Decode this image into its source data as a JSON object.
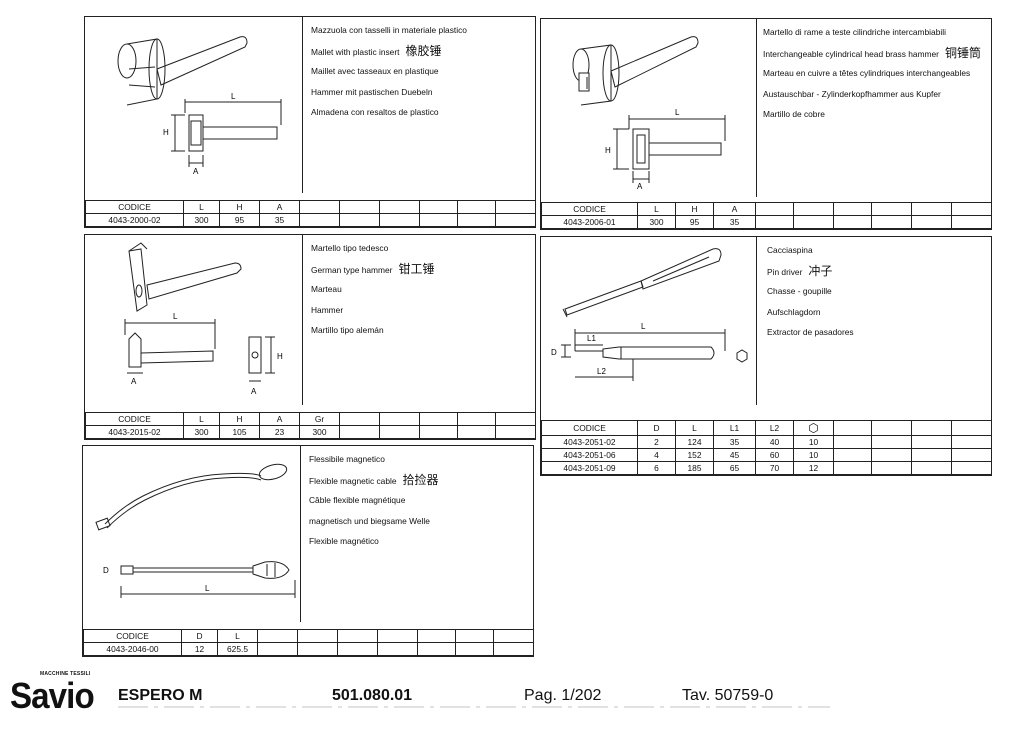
{
  "panels": [
    {
      "descriptions": [
        {
          "text": "Mazzuola con tasselli in materiale plastico"
        },
        {
          "text": "Mallet with plastic insert",
          "cjk": "橡胶锤"
        },
        {
          "text": "Maillet avec tasseaux en plastique"
        },
        {
          "text": "Hammer mit pastischen Duebeln"
        },
        {
          "text": "Almadena con resaltos de plastico"
        }
      ],
      "dims": {
        "l": "L",
        "h": "H",
        "a": "A"
      },
      "headers": [
        "CODICE",
        "L",
        "H",
        "A"
      ],
      "rows": [
        [
          "4043-2000-02",
          "300",
          "95",
          "35"
        ]
      ]
    },
    {
      "descriptions": [
        {
          "text": "Martello di rame a teste cilindriche intercambiabili"
        },
        {
          "text": "Interchangeable cylindrical head brass hammer",
          "cjk": "铜锤筒"
        },
        {
          "text": "Marteau en cuivre a têtes cylindriques interchangeables"
        },
        {
          "text": "Austauschbar - Zylinderkopfhammer aus Kupfer"
        },
        {
          "text": "Martillo de cobre"
        }
      ],
      "dims": {
        "l": "L",
        "h": "H",
        "a": "A"
      },
      "headers": [
        "CODICE",
        "L",
        "H",
        "A"
      ],
      "rows": [
        [
          "4043-2006-01",
          "300",
          "95",
          "35"
        ]
      ]
    },
    {
      "descriptions": [
        {
          "text": "Martello tipo tedesco"
        },
        {
          "text": "German type hammer",
          "cjk": "钳工锤"
        },
        {
          "text": "Marteau"
        },
        {
          "text": "Hammer"
        },
        {
          "text": "Martillo tipo alemán"
        }
      ],
      "dims": {
        "l": "L",
        "h": "H",
        "a": "A",
        "a2": "A"
      },
      "headers": [
        "CODICE",
        "L",
        "H",
        "A",
        "Gr"
      ],
      "rows": [
        [
          "4043-2015-02",
          "300",
          "105",
          "23",
          "300"
        ]
      ]
    },
    {
      "descriptions": [
        {
          "text": "Cacciaspina"
        },
        {
          "text": "Pin driver",
          "cjk": "冲子"
        },
        {
          "text": "Chasse - goupille"
        },
        {
          "text": "Aufschlagdorn"
        },
        {
          "text": "Extractor de pasadores"
        }
      ],
      "dims": {
        "l": "L",
        "l1": "L1",
        "l2": "L2",
        "d": "D"
      },
      "headers": [
        "CODICE",
        "D",
        "L",
        "L1",
        "L2",
        "⬡"
      ],
      "rows": [
        [
          "4043-2051-02",
          "2",
          "124",
          "35",
          "40",
          "10"
        ],
        [
          "4043-2051-06",
          "4",
          "152",
          "45",
          "60",
          "10"
        ],
        [
          "4043-2051-09",
          "6",
          "185",
          "65",
          "70",
          "12"
        ]
      ]
    },
    {
      "descriptions": [
        {
          "text": "Flessibile magnetico"
        },
        {
          "text": "Flexible magnetic cable",
          "cjk": "拾捡器"
        },
        {
          "text": "Câble flexible magnétique"
        },
        {
          "text": "magnetisch und biegsame Welle"
        },
        {
          "text": "Flexible magnético"
        }
      ],
      "dims": {
        "l": "L",
        "d": "D"
      },
      "headers": [
        "CODICE",
        "D",
        "L"
      ],
      "rows": [
        [
          "4043-2046-00",
          "12",
          "625.5"
        ]
      ]
    }
  ],
  "footer": {
    "brand_small": "MACCHINE TESSILI",
    "brand": "Savio",
    "model": "ESPERO M",
    "code": "501.080.01",
    "page": "Pag. 1/202",
    "tav": "Tav. 50759-0"
  }
}
